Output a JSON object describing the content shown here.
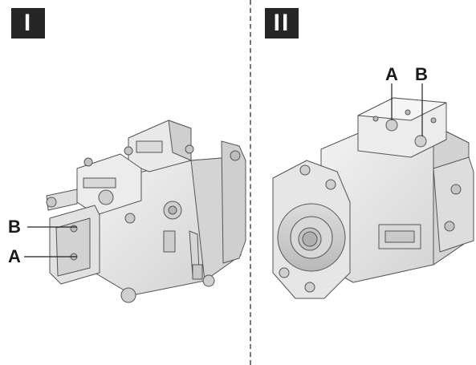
{
  "views": [
    {
      "label": "I",
      "ports": {
        "b": "B",
        "a": "A"
      }
    },
    {
      "label": "II",
      "ports": {
        "a": "A",
        "b": "B"
      }
    }
  ],
  "colors": {
    "badge": "#262626",
    "pump_body": "#e6e6e6",
    "pump_shadow": "#c8c8c8",
    "outline": "#555555"
  }
}
